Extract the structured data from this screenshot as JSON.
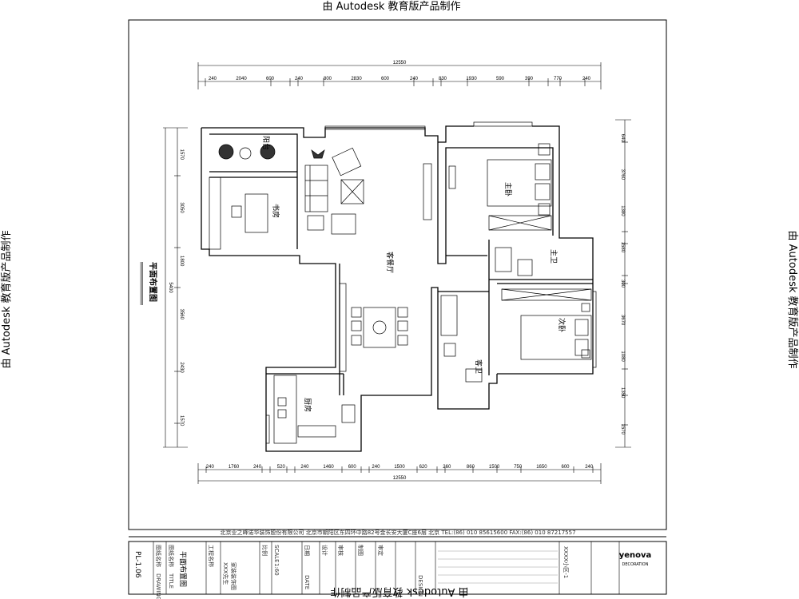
{
  "watermarks": {
    "top": "由 Autodesk 教育版产品制作",
    "bottom": "由 Autodesk 教育版产品制作",
    "left": "由 Autodesk 教育版产品制作",
    "right": "由 Autodesk 教育版产品制作"
  },
  "dimensions": {
    "top_total": "12550",
    "top_segments": [
      "240",
      "2040",
      "600",
      "240",
      "800",
      "2830",
      "600",
      "240",
      "830",
      "1930",
      "590",
      "390",
      "770",
      "240"
    ],
    "bottom_total": "12550",
    "bottom_segments": [
      "240",
      "1760",
      "240",
      "520",
      "240",
      "1460",
      "600",
      "240",
      "1500",
      "620",
      "260",
      "860",
      "1500",
      "750",
      "1650",
      "600",
      "240"
    ],
    "left_segments": [
      "1570",
      "3050",
      "1800",
      "3560",
      "2430",
      "1570"
    ],
    "right_segments": [
      "640",
      "3760",
      "1380",
      "1580",
      "300",
      "3670",
      "1080",
      "1350",
      "1570"
    ],
    "left_label": "5400"
  },
  "rooms": {
    "balcony": "阳台",
    "study": "书房",
    "living_dining": "客餐厅",
    "master_bedroom": "主卧",
    "master_bath": "主卫",
    "second_bedroom": "次卧",
    "guest_bath": "客卫",
    "kitchen": "厨房"
  },
  "drawing_title": "平面布置图",
  "title_block": {
    "sheet_no": "PL-1.06",
    "sheet_label": "图纸名称",
    "sheet_label_en": "TITLE",
    "sheet_label2": "DRAWING",
    "sheet_name": "平面布置图",
    "project_label": "工程名称",
    "project_value_1": "XXX先生",
    "project_value_2": "家装装饰图",
    "scale_label": "比例",
    "scale_label_en": "SCALE",
    "scale": "1:60",
    "date_label": "日期",
    "date_label_en": "DATE",
    "design_label": "设计",
    "design_label_en": "DESIGN",
    "check_label": "审核",
    "drawn_label": "制图",
    "approve_label": "审定",
    "client_code": "XXXX小区-1",
    "company_line": "北京业之峰诺华装饰股份有限公司   北京市朝阳区东四环中路82号金长安大厦C座6层   北京 TEL:(86) 010 85615600   FAX:(86) 010 87217557",
    "logo_top": "yenova",
    "logo_bottom": "DECORATION"
  }
}
